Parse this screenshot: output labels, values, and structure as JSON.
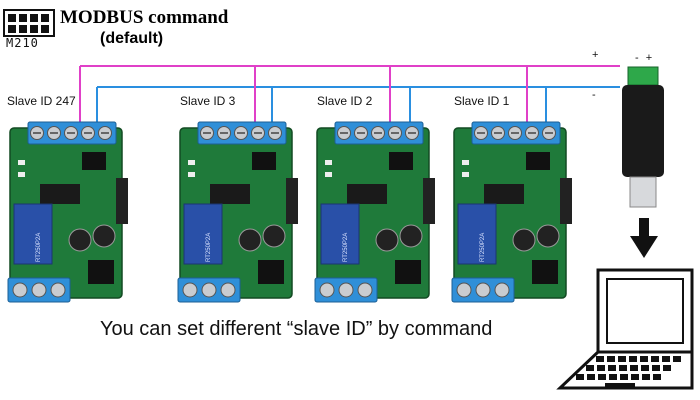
{
  "header": {
    "title": "MODBUS command",
    "subtitle": "(default)",
    "logo_text": "M210"
  },
  "bus": {
    "plus_label": "+",
    "minus_label": "-",
    "adapter_label": "- +",
    "plus_color": "#e040c8",
    "minus_color": "#2a8fe0"
  },
  "boards": [
    {
      "label": "Slave ID 247",
      "board_text": "RT250P2A"
    },
    {
      "label": "Slave ID 3",
      "board_text": "RT250P2A"
    },
    {
      "label": "Slave ID 2",
      "board_text": "RT250P2A"
    },
    {
      "label": "Slave ID 1",
      "board_text": "RT250P2A"
    }
  ],
  "caption": "You can set different “slave ID” by command",
  "colors": {
    "pcb": "#1f7a3a",
    "terminal": "#2f8fd8",
    "relay": "#2950a8"
  }
}
